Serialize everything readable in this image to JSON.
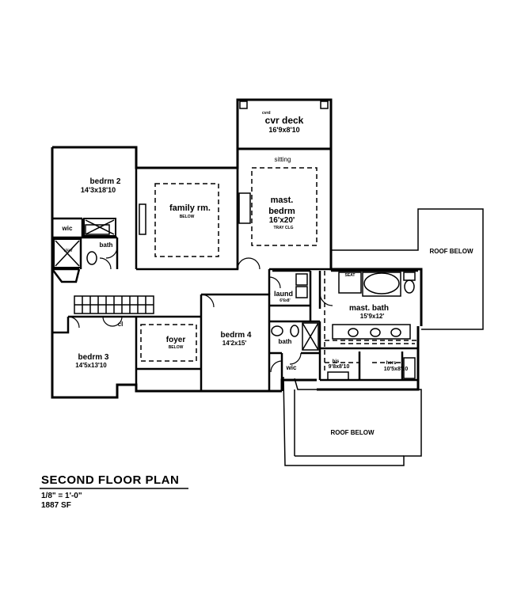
{
  "plan": {
    "title": "SECOND FLOOR PLAN",
    "scale": "1/8\" = 1'-0\"",
    "area": "1887 SF"
  },
  "rooms": {
    "cvr_deck_prefix": "cvrd",
    "cvr_deck": "cvr deck",
    "cvr_deck_size": "16'9x8'10",
    "sitting": "sitting",
    "bedrm2": "bedrm 2",
    "bedrm2_size": "14'3x18'10",
    "family": "family rm.",
    "family_note": "BELOW",
    "mast_bedrm_line1": "mast.",
    "mast_bedrm_line2": "bedrm",
    "mast_bedrm_size": "16'x20'",
    "mast_bedrm_note": "TRAY CLG",
    "roof_below_1": "ROOF BELOW",
    "wic_1": "wic",
    "bath_1": "bath",
    "elev": "elev",
    "laund": "laund",
    "laund_size": "6'6x8'",
    "seat": "SEAT",
    "mast_bath": "mast. bath",
    "mast_bath_size": "15'9x12'",
    "cl": "cl",
    "foyer": "foyer",
    "foyer_note": "BELOW",
    "bedrm4": "bedrm 4",
    "bedrm4_size": "14'2x15'",
    "bath_2": "bath",
    "bedrm3": "bedrm 3",
    "bedrm3_size": "14'5x13'10",
    "his": "his",
    "his_size": "9'8x8'10",
    "hers": "hers",
    "hers_size": "10'5x8'10",
    "wic_2": "wic",
    "roof_below_2": "ROOF BELOW"
  }
}
